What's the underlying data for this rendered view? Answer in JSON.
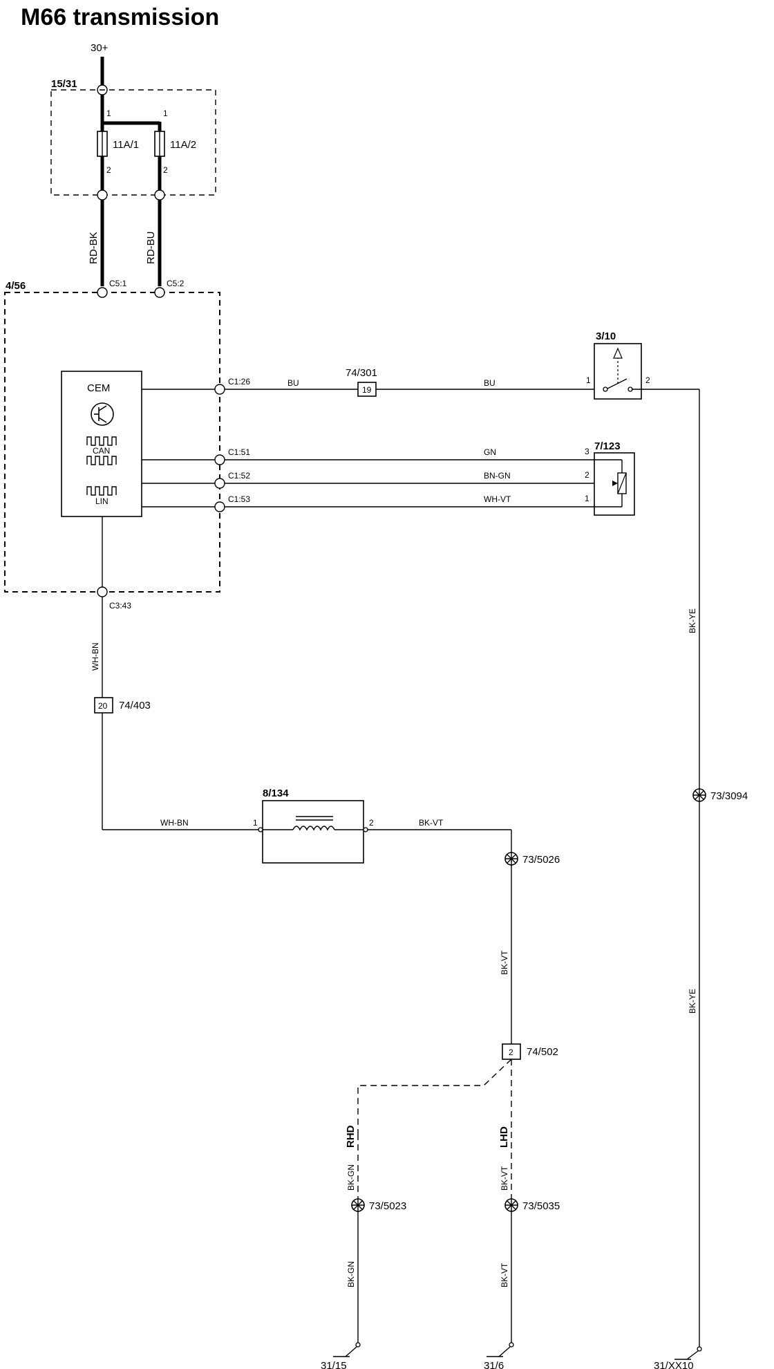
{
  "title": "M66 transmission",
  "supply": "30+",
  "fuse_box": {
    "id": "15/31",
    "fuse_a": "11A/1",
    "fuse_b": "11A/2",
    "pin1": "1",
    "pin2": "2"
  },
  "wires": {
    "rd_bk": "RD-BK",
    "rd_bu": "RD-BU",
    "bu": "BU",
    "gn": "GN",
    "bn_gn": "BN-GN",
    "wh_vt": "WH-VT",
    "wh_bn": "WH-BN",
    "bk_vt": "BK-VT",
    "bk_ye": "BK-YE",
    "bk_gn": "BK-GN"
  },
  "cem_box": {
    "id": "4/56",
    "name": "CEM",
    "can": "CAN",
    "lin": "LIN",
    "c5_1": "C5:1",
    "c5_2": "C5:2",
    "c1_26": "C1:26",
    "c1_51": "C1:51",
    "c1_52": "C1:52",
    "c1_53": "C1:53",
    "c3_43": "C3:43"
  },
  "connectors": {
    "c74_301": "74/301",
    "c74_301_pin": "19",
    "c74_403": "74/403",
    "c74_403_pin": "20",
    "c74_502": "74/502",
    "c74_502_pin": "2"
  },
  "switch": {
    "id": "3/10",
    "pin1": "1",
    "pin2": "2"
  },
  "sensor": {
    "id": "7/123",
    "pin1": "1",
    "pin2": "2",
    "pin3": "3"
  },
  "solenoid": {
    "id": "8/134",
    "pin1": "1",
    "pin2": "2"
  },
  "splices": {
    "s73_3094": "73/3094",
    "s73_5026": "73/5026",
    "s73_5023": "73/5023",
    "s73_5035": "73/5035"
  },
  "variants": {
    "rhd": "RHD",
    "lhd": "LHD"
  },
  "grounds": {
    "g31_15": "31/15",
    "g31_6": "31/6",
    "g31_xx10": "31/XX10"
  }
}
